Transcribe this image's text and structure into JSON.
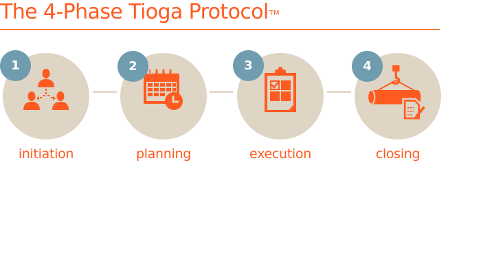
{
  "header": {
    "title": "The 4-Phase Tioga Protocol",
    "trademark": "TM"
  },
  "colors": {
    "accent": "#FF5A1F",
    "circle": "#DED5C5",
    "badge": "#6F9CAF",
    "connector": "#E2D9CB"
  },
  "phases": [
    {
      "number": "1",
      "label": "initiation",
      "icon": "team-network-icon"
    },
    {
      "number": "2",
      "label": "planning",
      "icon": "calendar-clock-icon"
    },
    {
      "number": "3",
      "label": "execution",
      "icon": "clipboard-checklist-icon"
    },
    {
      "number": "4",
      "label": "closing",
      "icon": "crane-pipe-document-icon"
    }
  ]
}
